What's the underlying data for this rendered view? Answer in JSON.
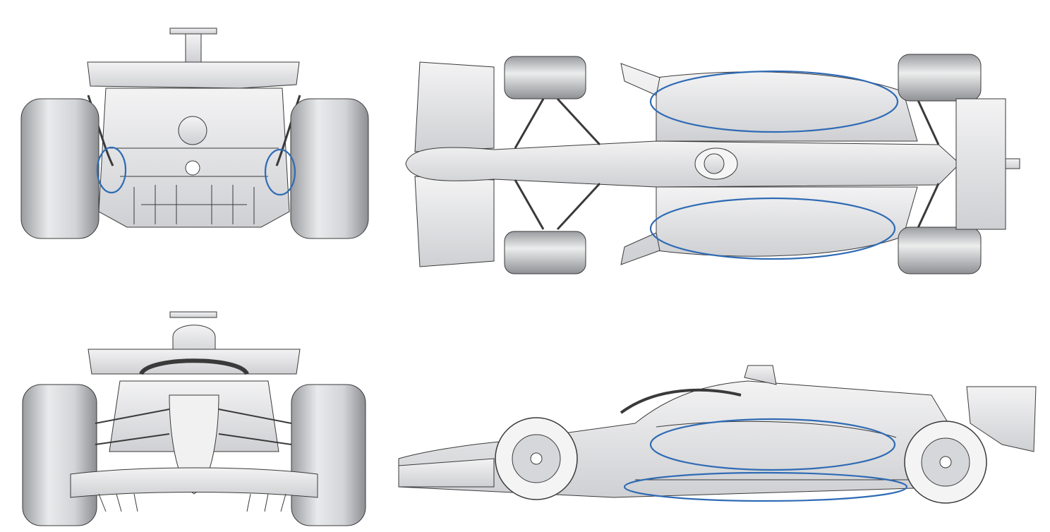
{
  "colors": {
    "highlight": "#2f6bb5",
    "body": "#e4e5e7",
    "line": "#3a3a3a",
    "tyre": "#cfd1d4",
    "shade": "#bdbfc2"
  },
  "views": [
    {
      "id": "rear",
      "description_hidden": true
    },
    {
      "id": "top",
      "description_hidden": true
    },
    {
      "id": "front",
      "description_hidden": true
    },
    {
      "id": "side",
      "description_hidden": true
    }
  ],
  "highlight_count": 6
}
